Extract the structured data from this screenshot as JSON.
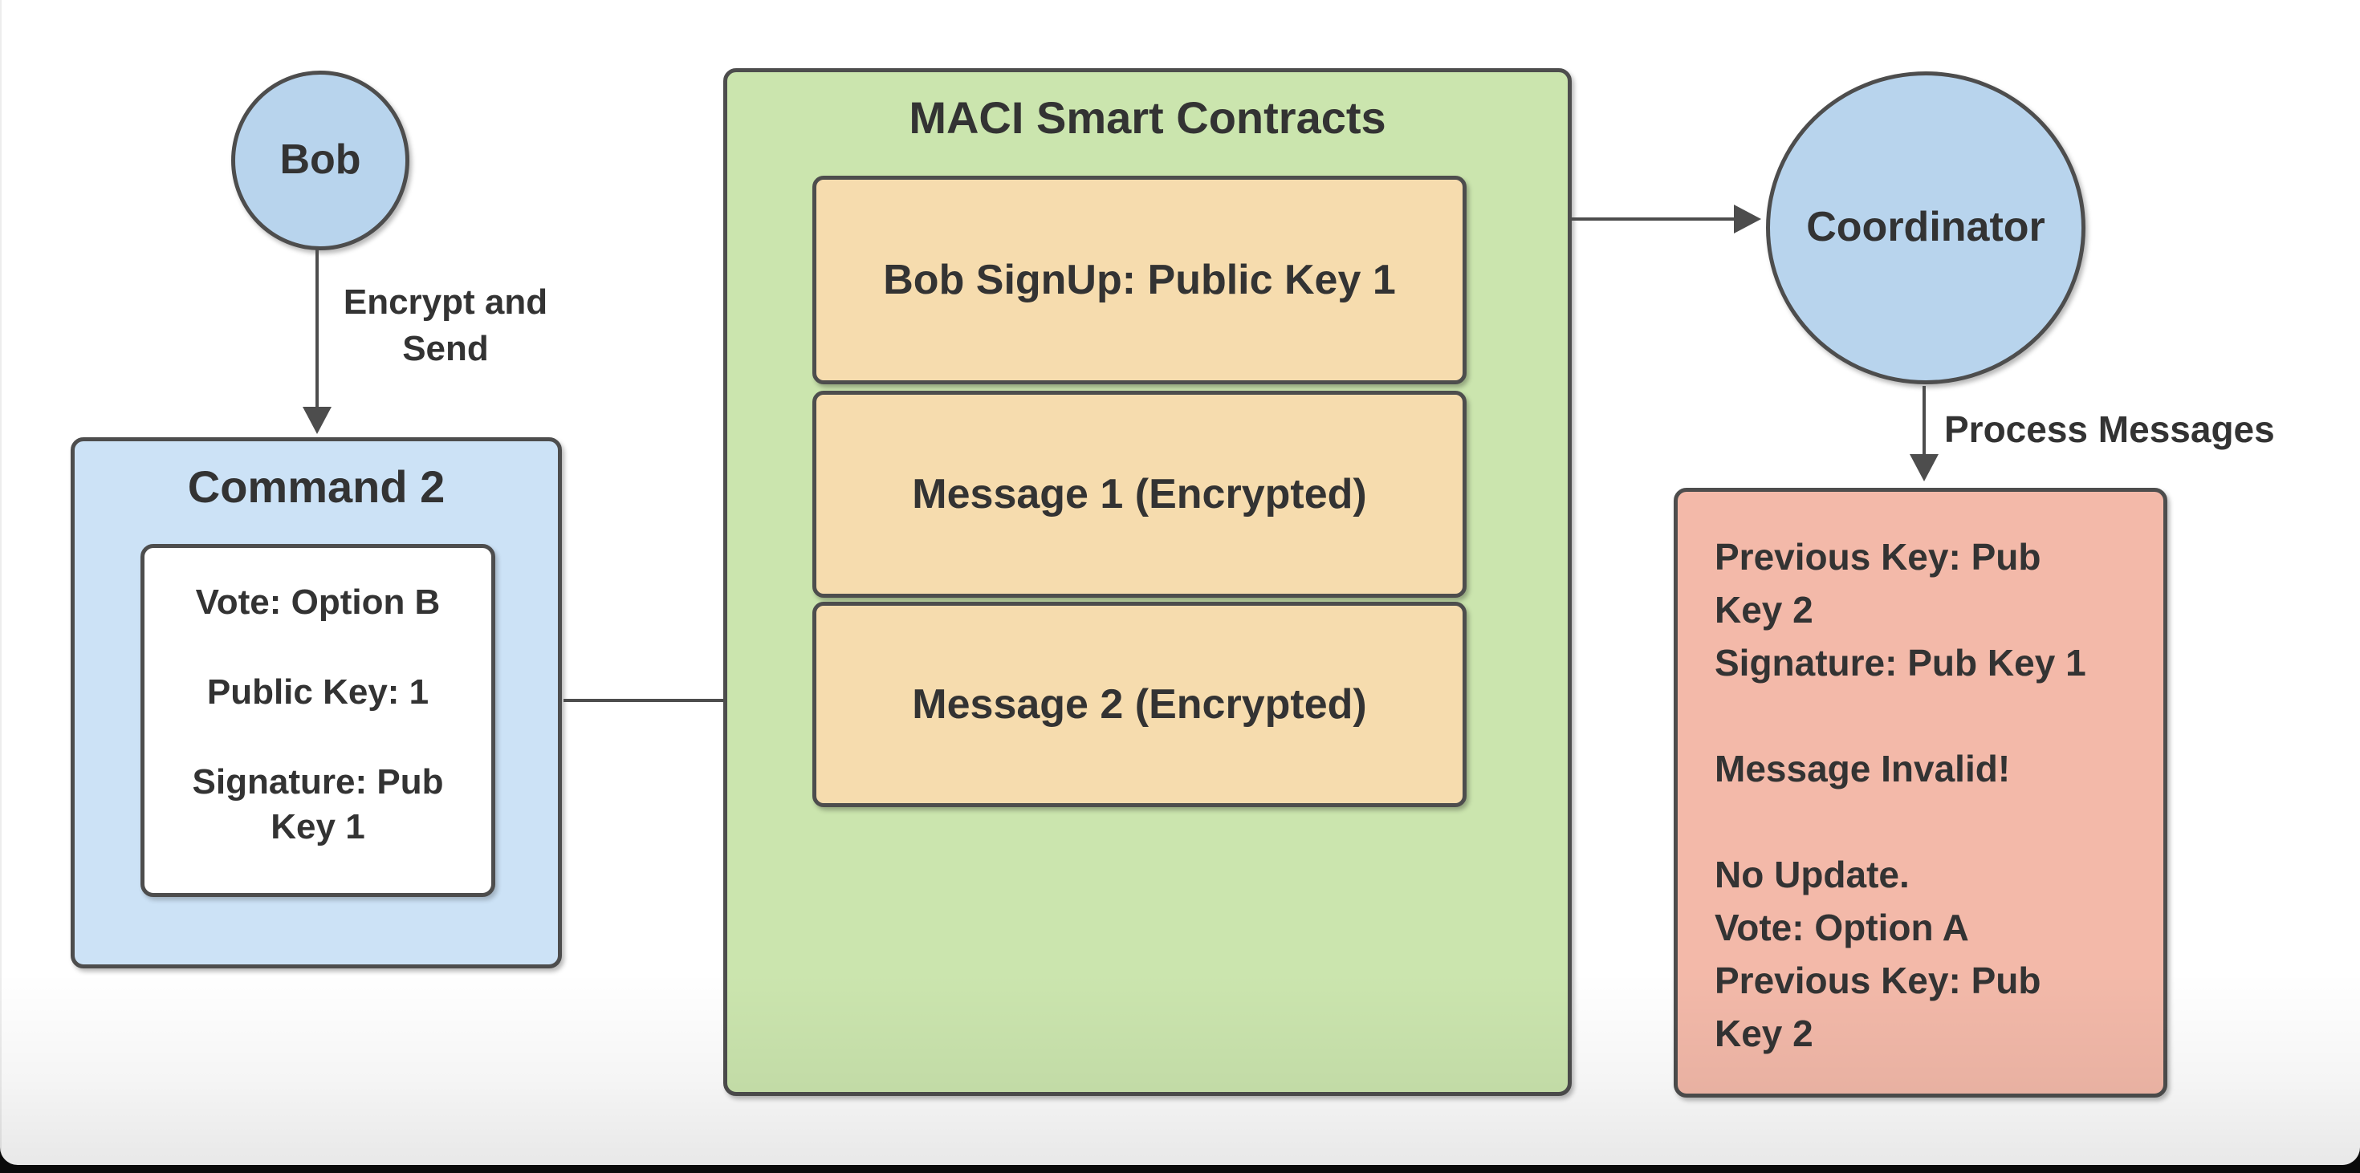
{
  "diagram": {
    "bob": {
      "label": "Bob"
    },
    "edge_encrypt_send": {
      "line1": "Encrypt and",
      "line2": "Send"
    },
    "command_box": {
      "title": "Command 2",
      "fields": {
        "vote": "Vote: Option B",
        "public_key": "Public Key: 1",
        "signature": "Signature: Pub Key 1"
      }
    },
    "contracts_box": {
      "title": "MACI Smart Contracts",
      "entries": [
        "Bob SignUp: Public Key 1",
        "Message 1 (Encrypted)",
        "Message 2 (Encrypted)"
      ]
    },
    "coordinator": {
      "label": "Coordinator"
    },
    "edge_process_messages": {
      "label": "Process Messages"
    },
    "result_box": {
      "lines": [
        "Previous Key: Pub",
        "Key 2",
        "Signature: Pub Key 1",
        "",
        "Message Invalid!",
        "",
        "No Update.",
        "Vote: Option A",
        "Previous Key: Pub",
        "Key 2"
      ]
    },
    "colors": {
      "node_blue": "#b8d4ed",
      "container_blue": "#cce2f6",
      "container_green": "#cbe5ae",
      "entry_orange": "#f6dcae",
      "result_pink": "#f3b9a9",
      "stroke_gray": "#4d4d4d",
      "text_dark": "#333333",
      "bottom_bar_black": "#0a0a0a"
    }
  }
}
